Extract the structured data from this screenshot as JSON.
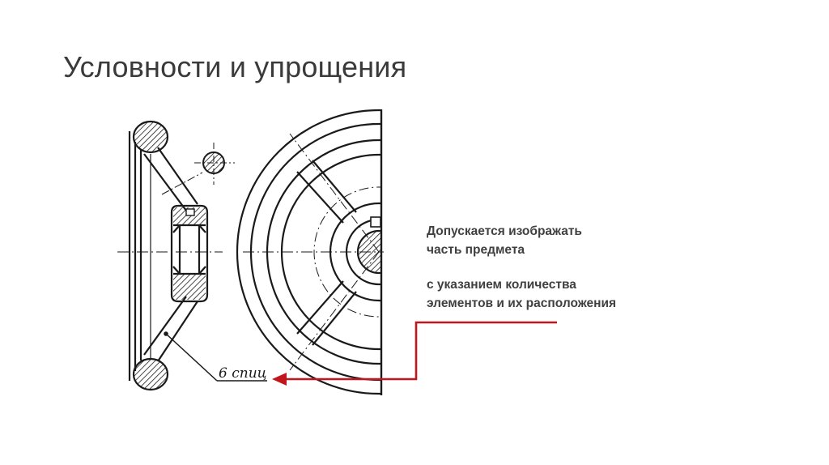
{
  "slide": {
    "title": "Условности и упрощения",
    "notes": [
      {
        "lines": [
          "Допускается изображать",
          "часть предмета"
        ]
      },
      {
        "lines": [
          "с указанием количества",
          "элементов и их расположения"
        ]
      }
    ],
    "drawing_callout": "6 спиц"
  },
  "colors": {
    "title": "#3a3a3a",
    "note_text": "#404040",
    "arrow": "#c0161c",
    "drawing_line": "#1a1a1a"
  }
}
